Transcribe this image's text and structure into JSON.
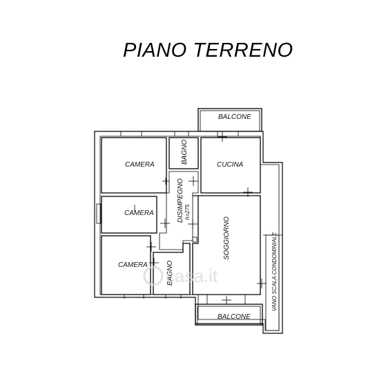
{
  "title": "PIANO TERRENO",
  "watermark": "casa.it",
  "rooms": {
    "balcone_top": "BALCONE",
    "camera_1": "CAMERA",
    "bagno_1": "BAGNO",
    "cucina": "CUCINA",
    "camera_2": "CAMERA",
    "disimpegno": "DISIMPEGNO",
    "disimpegno_height": "h=275",
    "soggiorno": "SOGGIORNO",
    "camera_3": "CAMERA",
    "bagno_2": "BAGNO",
    "balcone_bottom": "BALCONE",
    "vano_scala": "VANO SCALA CONDOMINIALE"
  }
}
